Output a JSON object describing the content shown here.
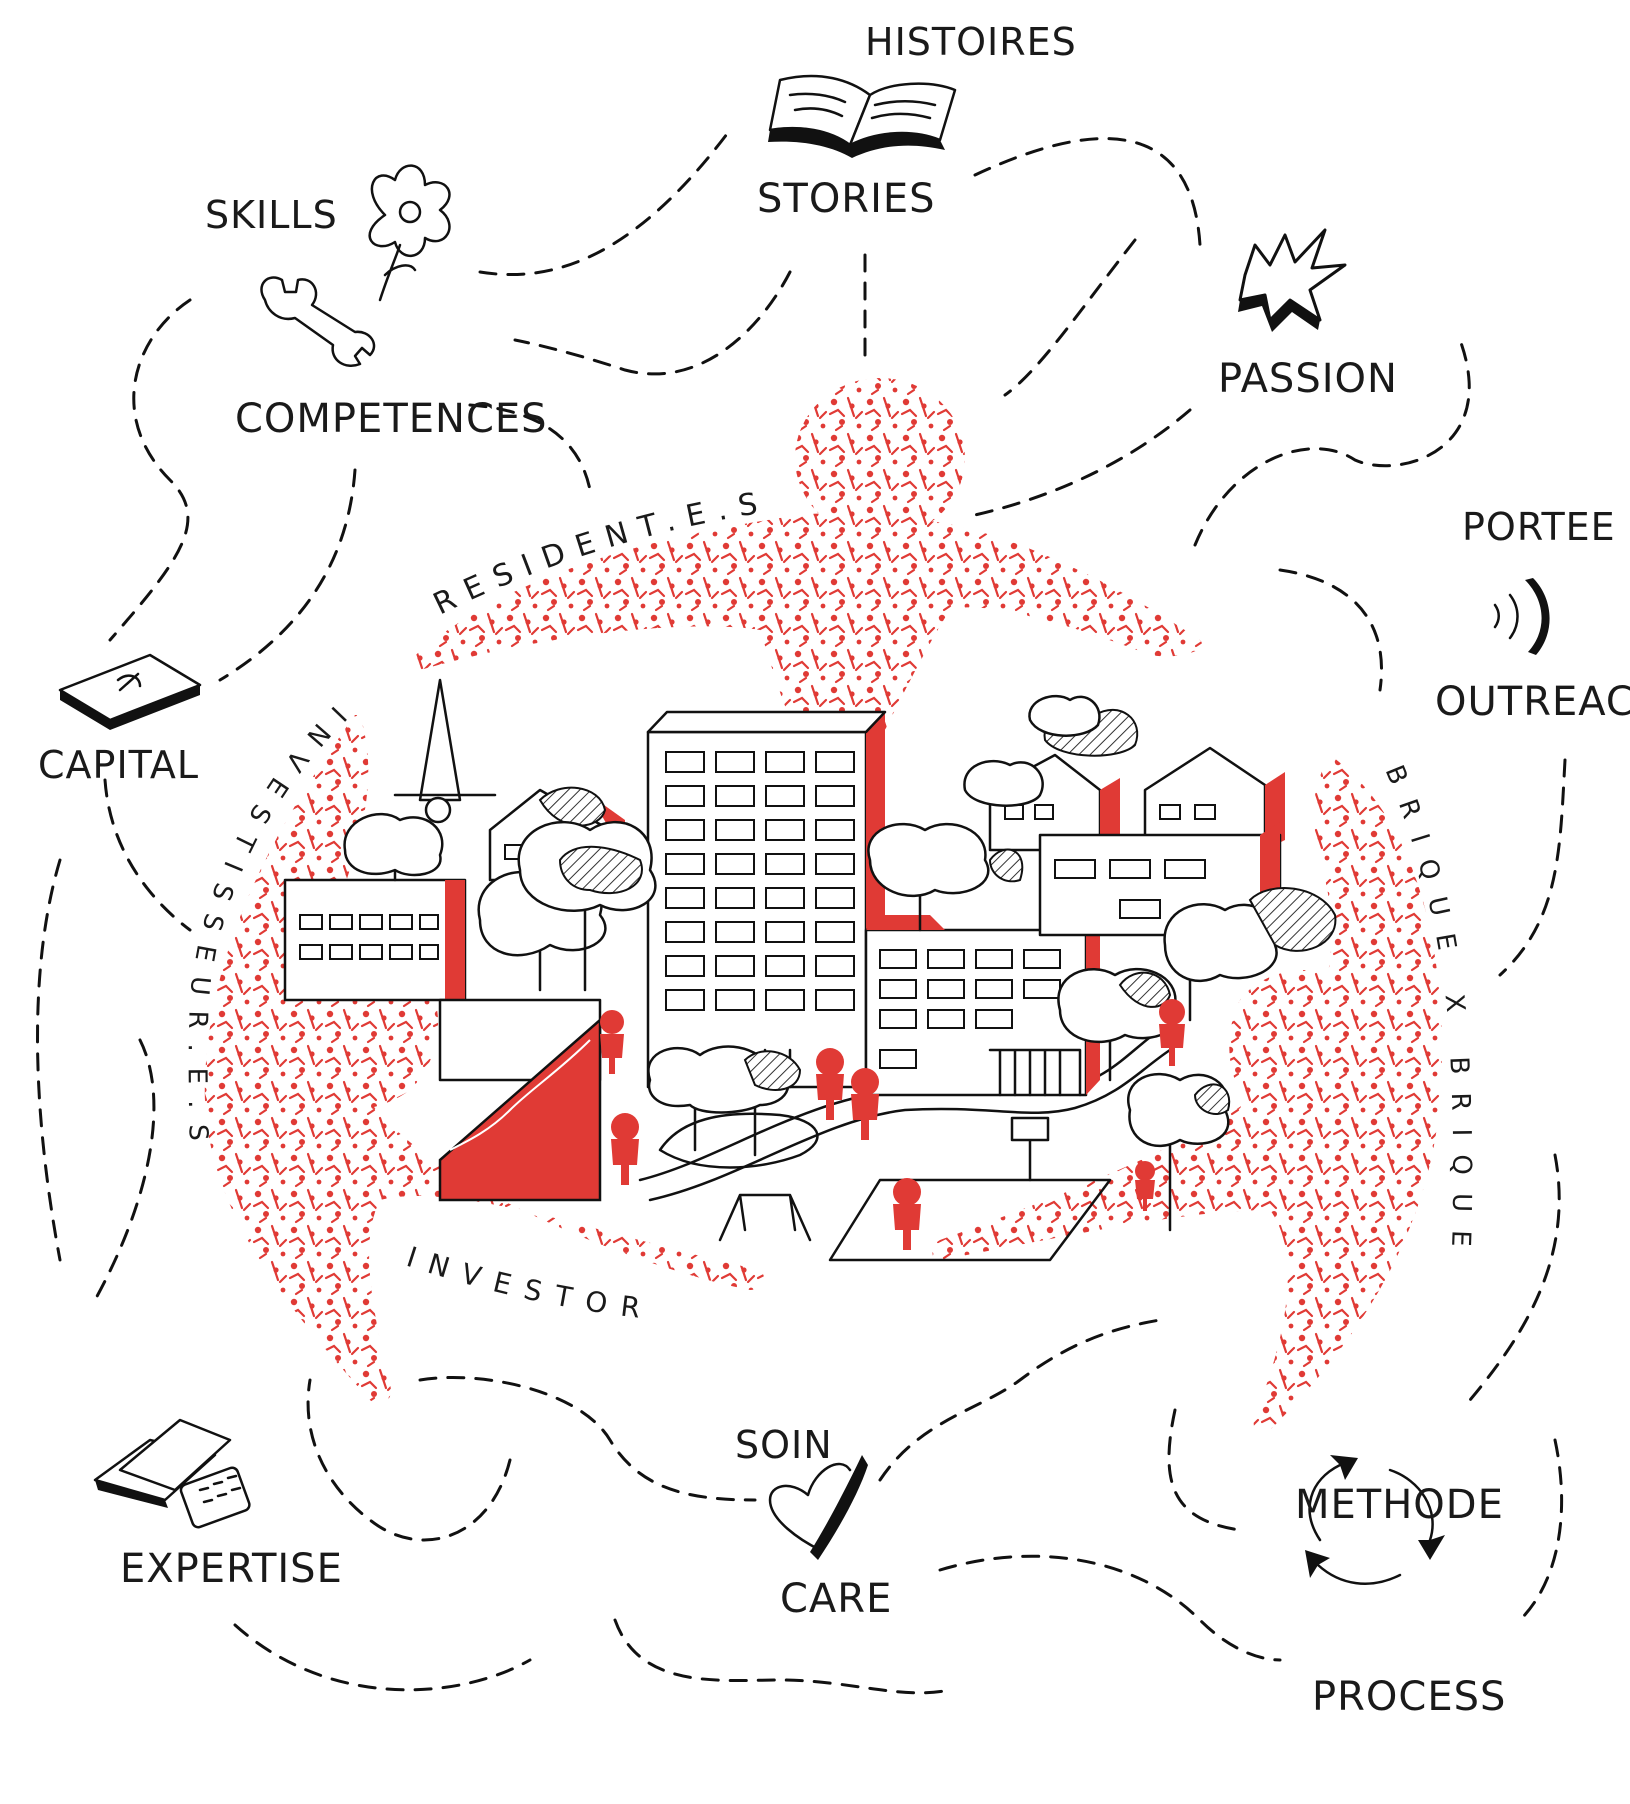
{
  "colors": {
    "accent": "#e03a35",
    "ink": "#111111"
  },
  "labels": {
    "histoires": "HISTOIRES",
    "stories": "STORIES",
    "skills": "SKILLS",
    "competences": "COMPETENCES",
    "passion": "PASSION",
    "portee": "PORTEE",
    "outreach": "OUTREACH",
    "capital": "CAPITAL",
    "expertise": "EXPERTISE",
    "soin": "SOIN",
    "care": "CARE",
    "methode": "METHODE",
    "process": "PROCESS"
  },
  "figure_labels": {
    "residents": "RESIDENT.E.S",
    "investors": "INVESTORS",
    "invest_tisseur": "INVESTISSEUR.E.S",
    "brique": "BRIQUE X BRIQUE"
  },
  "icons": [
    "book-icon",
    "flower-icon",
    "wrench-icon",
    "explosion-icon",
    "sound-waves-icon",
    "money-icon",
    "papers-calculator-icon",
    "heart-icon",
    "cycle-arrows-icon"
  ]
}
